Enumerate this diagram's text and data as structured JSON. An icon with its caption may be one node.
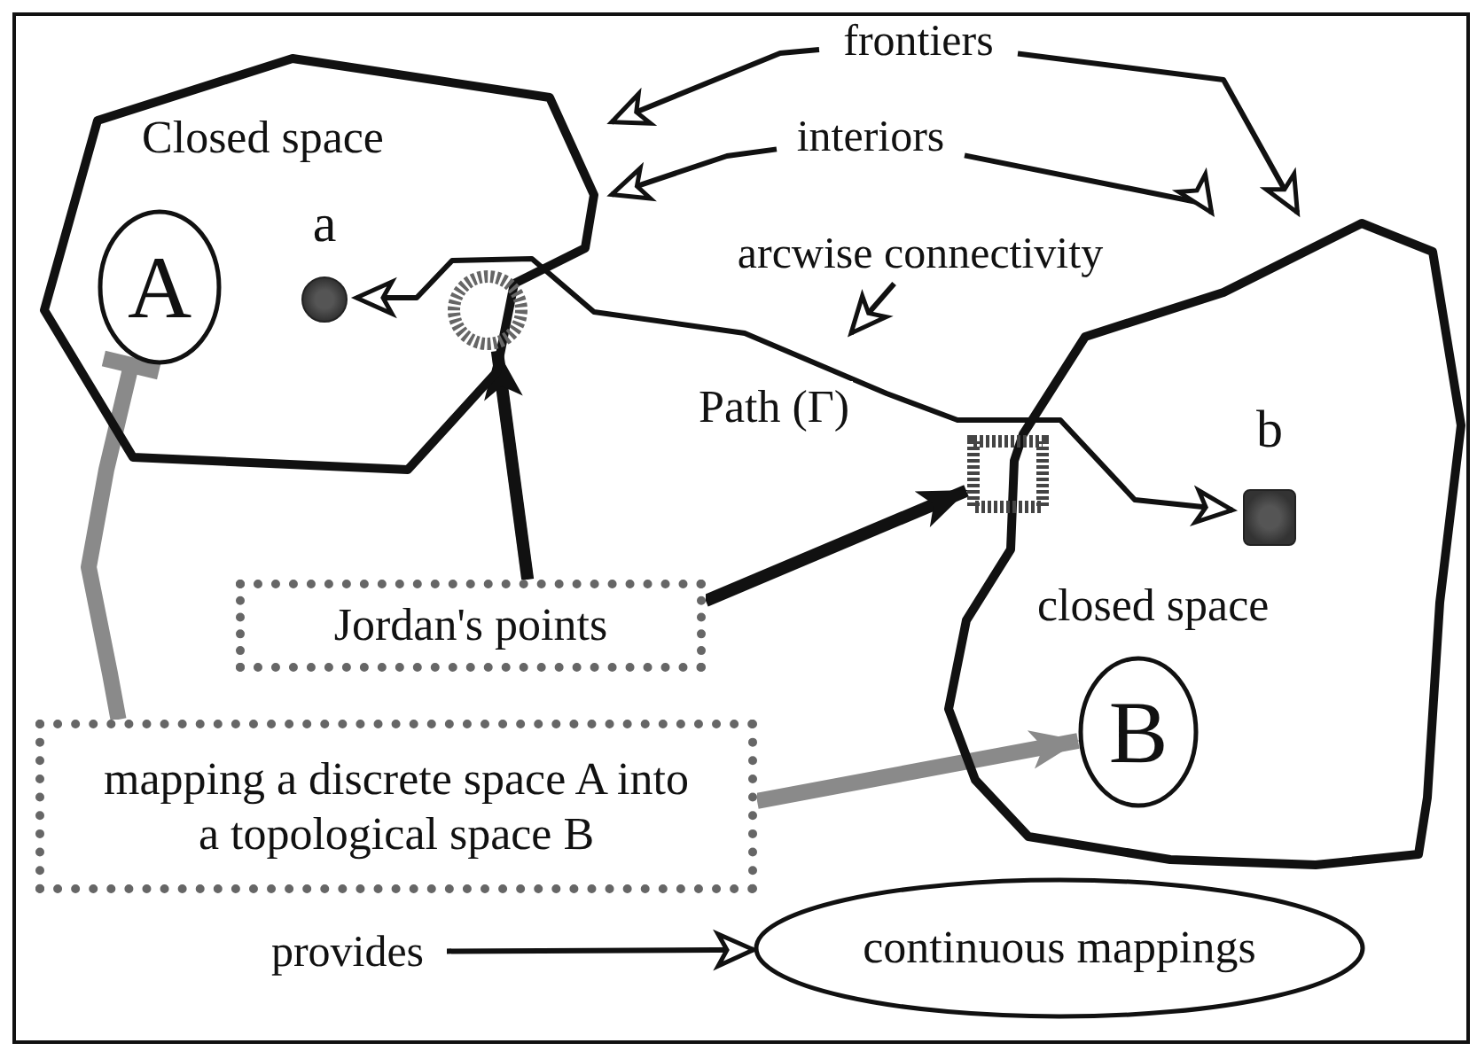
{
  "diagram": {
    "nodes": [
      {
        "text": [
          "Closed space"
        ]
      },
      {
        "text": [
          "A"
        ],
        "in": 0
      },
      {
        "text": [
          "a"
        ],
        "in": 0
      },
      {
        "text": [],
        "shape": "circle",
        "in": 0
      },
      {
        "text": [
          "closed space"
        ]
      },
      {
        "text": [
          "B"
        ],
        "in": 4
      },
      {
        "text": [
          "b"
        ],
        "in": 4
      },
      {
        "text": [],
        "shape": "box",
        "in": 4
      },
      {
        "text": [
          "frontiers"
        ]
      },
      {
        "text": [
          "interiors"
        ]
      },
      {
        "text": [
          "arcwise connectivity"
        ]
      },
      {
        "text": [
          "Jordan's points"
        ]
      },
      {
        "text": [
          "mapping a discrete space A into a topological space B"
        ]
      },
      {
        "text": [
          "provides"
        ]
      },
      {
        "text": [
          "continuous mappings"
        ]
      }
    ],
    "edges": [
      {
        "from": 8,
        "to": 0,
        "arrow": "to"
      },
      {
        "from": 8,
        "to": 4,
        "arrow": "to"
      },
      {
        "from": 9,
        "to": 0,
        "arrow": "to"
      },
      {
        "from": 9,
        "to": 4,
        "arrow": "to"
      },
      {
        "from": 10,
        "to": null,
        "arrow": "to"
      },
      {
        "from": 2,
        "to": 6,
        "arrow": "both",
        "label": "Path (Γ)"
      },
      {
        "from": 11,
        "to": 3,
        "arrow": "to",
        "style": "thick"
      },
      {
        "from": 11,
        "to": 7,
        "arrow": "to",
        "style": "thick"
      },
      {
        "from": 12,
        "to": 1,
        "arrow": "other",
        "style": "thick",
        "color": "#8a8a8a"
      },
      {
        "from": 12,
        "to": 5,
        "arrow": "to",
        "style": "thick",
        "color": "#8a8a8a"
      },
      {
        "from": 13,
        "to": 14,
        "arrow": "to"
      }
    ]
  }
}
